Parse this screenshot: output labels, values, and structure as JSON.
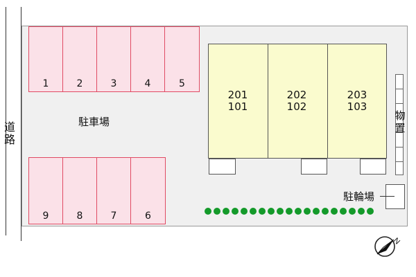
{
  "road": {
    "label": "道路"
  },
  "parking": {
    "label": "駐車場",
    "top_row": [
      "1",
      "2",
      "3",
      "4",
      "5"
    ],
    "bottom_row": [
      "9",
      "8",
      "7",
      "6"
    ]
  },
  "building": {
    "units": [
      {
        "upper": "201",
        "lower": "101"
      },
      {
        "upper": "202",
        "lower": "102"
      },
      {
        "upper": "203",
        "lower": "103"
      }
    ]
  },
  "storage": {
    "label": "物置"
  },
  "bicycle_parking": {
    "label": "駐輪場"
  },
  "shrubs": {
    "count": 19
  },
  "compass": {
    "direction_label": "N"
  },
  "colors": {
    "parking_fill": "#fbe1e8",
    "parking_border": "#e04a63",
    "building_fill": "#fafbce",
    "lot_fill": "#f0f0f0",
    "shrub": "#149a2a"
  }
}
